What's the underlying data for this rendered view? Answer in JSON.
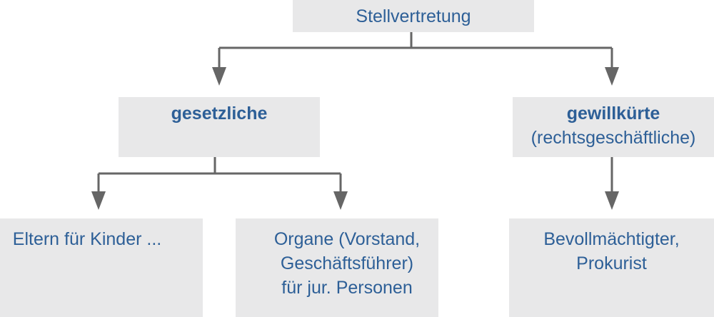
{
  "diagram": {
    "root": {
      "label": "Stellvertretung"
    },
    "gesetzlich": {
      "label": "gesetzliche"
    },
    "gewillkuert": {
      "label": "gewillkürte",
      "sublabel": "(rechtsgeschäftliche)"
    },
    "eltern": {
      "label": "Eltern für Kinder ..."
    },
    "organe": {
      "lines": [
        "Organe (Vorstand,",
        "Geschäftsführer)",
        "für jur. Personen"
      ]
    },
    "bevollmaechtigter": {
      "lines": [
        "Bevollmächtigter,",
        "Prokurist"
      ]
    }
  },
  "colors": {
    "box_fill": "#e8e8e9",
    "text": "#2d5f97",
    "connector": "#666666"
  }
}
